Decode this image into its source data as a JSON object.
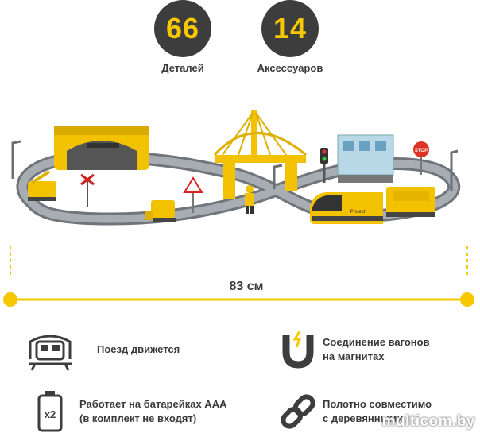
{
  "stats": [
    {
      "value": "66",
      "label": "Деталей"
    },
    {
      "value": "14",
      "label": "Аксессуаров"
    }
  ],
  "dimension": "83 см",
  "features": [
    {
      "icon": "train-icon",
      "text": "Поезд движется"
    },
    {
      "icon": "magnet-icon",
      "text_lines": [
        "Соединение вагонов",
        "на магнитах"
      ]
    },
    {
      "icon": "battery-icon",
      "icon_text": "x2",
      "text_lines": [
        "Работает на батарейках ААА",
        "(в комплект не входят)"
      ]
    },
    {
      "icon": "chain-link-icon",
      "text_lines": [
        "Полотно совместимо",
        "с деревянными"
      ]
    }
  ],
  "scene": {
    "sign_stop": "STOP",
    "locomotive_label": "Project"
  },
  "watermark": "multicom.by",
  "colors": {
    "accent": "#f7c800",
    "dark": "#3d3d3d",
    "track": "#8a9096"
  }
}
